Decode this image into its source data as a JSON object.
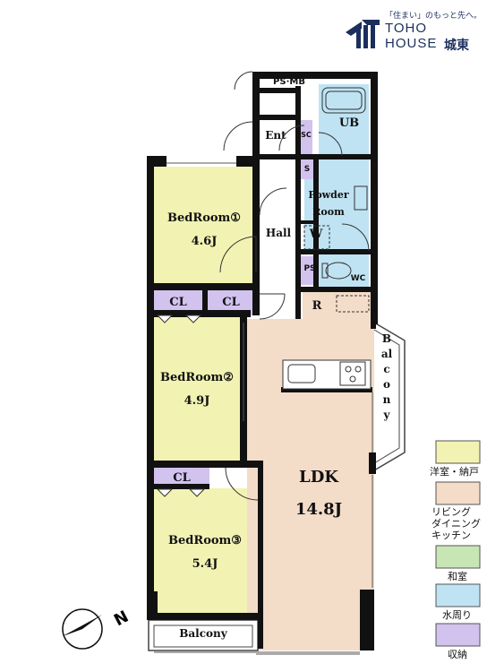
{
  "brand": {
    "tagline": "「住まい」のもっと先へ。",
    "name_line1": "TOHO",
    "name_line2": "HOUSE",
    "suffix": "城東",
    "colors": {
      "logo": "#1b2f5e"
    }
  },
  "rooms": {
    "ps_mb": "PS·MB",
    "ub": "UB",
    "ent": "Ent",
    "sc": "SC",
    "s": "S",
    "powder": "Powder\nRoom",
    "w": "W",
    "hall": "Hall",
    "ps": "PS",
    "wc": "WC",
    "r": "R",
    "bed1_name": "BedRoom①",
    "bed1_size": "4.6J",
    "bed2_name": "BedRoom②",
    "bed2_size": "4.9J",
    "bed3_name": "BedRoom③",
    "bed3_size": "5.4J",
    "cl1": "CL",
    "cl2": "CL",
    "cl3": "CL",
    "ldk_name": "LDK",
    "ldk_size": "14.8J",
    "balcony_side": "Balcony",
    "balcony_bottom": "Balcony"
  },
  "compass": {
    "label": "N"
  },
  "legend": [
    {
      "label": "洋室・納戸",
      "color": "#f2f2b3"
    },
    {
      "label": "リビング\nダイニング\nキッチン",
      "color": "#f3dcc8"
    },
    {
      "label": "和室",
      "color": "#c8e6b4"
    },
    {
      "label": "水周り",
      "color": "#bfe3f3"
    },
    {
      "label": "収納",
      "color": "#d2c2ee"
    }
  ],
  "colors": {
    "western": "#f2f2b3",
    "ldk": "#f3dcc8",
    "water": "#bfe3f3",
    "storage": "#d2c2ee"
  }
}
